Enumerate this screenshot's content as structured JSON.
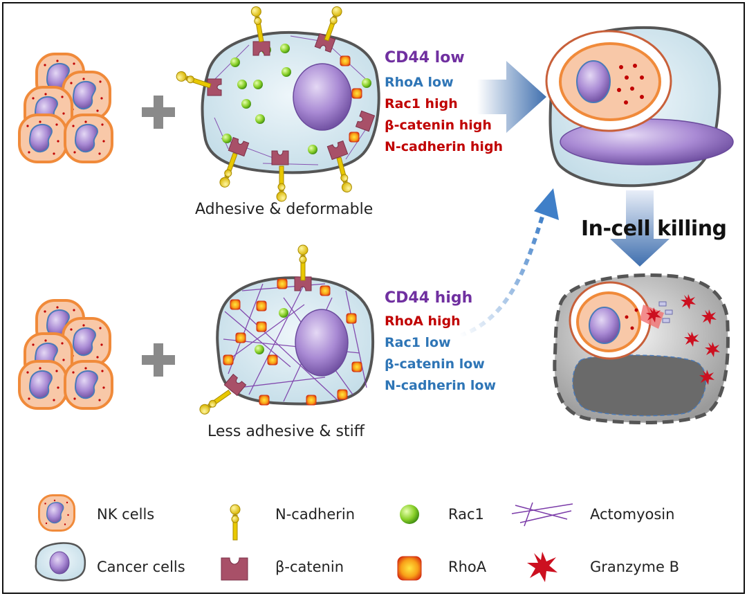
{
  "top_row": {
    "caption": "Adhesive & deformable",
    "markers": [
      {
        "text": "CD44 low",
        "color": "#7030a0"
      },
      {
        "text": "RhoA low",
        "color": "#2e75b6"
      },
      {
        "text": "Rac1 high",
        "color": "#c00000"
      },
      {
        "text": "β-catenin high",
        "color": "#c00000"
      },
      {
        "text": "N-cadherin high",
        "color": "#c00000"
      }
    ]
  },
  "bottom_row": {
    "caption": "Less adhesive & stiff",
    "markers": [
      {
        "text": "CD44 high",
        "color": "#7030a0"
      },
      {
        "text": "RhoA high",
        "color": "#c00000"
      },
      {
        "text": "Rac1 low",
        "color": "#2e75b6"
      },
      {
        "text": "β-catenin low",
        "color": "#2e75b6"
      },
      {
        "text": "N-cadherin low",
        "color": "#2e75b6"
      }
    ]
  },
  "outcome": {
    "title": "In-cell killing"
  },
  "legend": {
    "nk_cells": "NK cells",
    "cancer_cells": "Cancer cells",
    "n_cadherin": "N-cadherin",
    "beta_catenin": "β-catenin",
    "rac1": "Rac1",
    "rhoa": "RhoA",
    "actomyosin": "Actomyosin",
    "granzyme_b": "Granzyme B"
  },
  "colors": {
    "nk_fill": "#f8c8a8",
    "nk_border": "#f08a3a",
    "nucleus": "#9b7fc8",
    "cancer_fill": "#d6e8f0",
    "cancer_border": "#555555",
    "catenin": "#a85068",
    "cadherin": "#e8c800",
    "rac1": "#7cc620",
    "rhoa": "#f0a020",
    "actomyosin": "#7a3aa8",
    "granzyme": "#cc1020",
    "arrow": "#4a7ab8"
  }
}
